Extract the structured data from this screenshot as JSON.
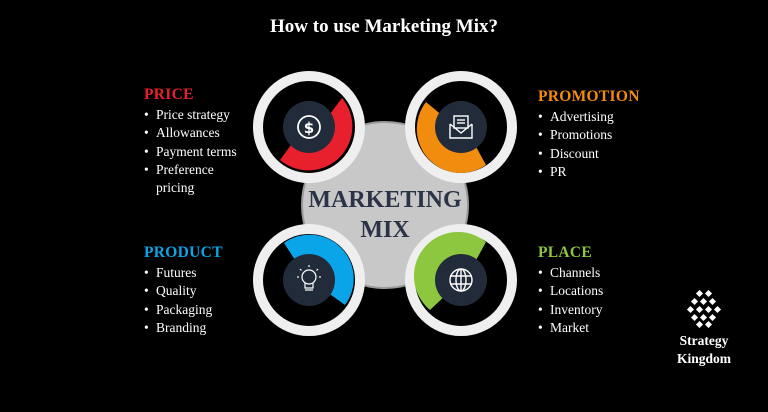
{
  "title": "How to use Marketing Mix?",
  "center": {
    "line1": "MARKETING",
    "line2": "MIX"
  },
  "quadrants": {
    "price": {
      "heading": "PRICE",
      "color": "#e8202e",
      "icon": "dollar-icon",
      "items": [
        "Price strategy",
        "Allowances",
        "Payment terms",
        "Preference pricing"
      ]
    },
    "promotion": {
      "heading": "PROMOTION",
      "color": "#f28c0f",
      "icon": "envelope-icon",
      "items": [
        "Advertising",
        "Promotions",
        "Discount",
        "PR"
      ]
    },
    "product": {
      "heading": "PRODUCT",
      "color": "#0aa5e8",
      "icon": "lightbulb-icon",
      "items": [
        "Futures",
        "Quality",
        "Packaging",
        "Branding"
      ]
    },
    "place": {
      "heading": "PLACE",
      "color": "#8dc63f",
      "icon": "globe-icon",
      "items": [
        "Channels",
        "Locations",
        "Inventory",
        "Market"
      ]
    }
  },
  "logo": {
    "line1": "Strategy",
    "line2": "Kingdom"
  }
}
